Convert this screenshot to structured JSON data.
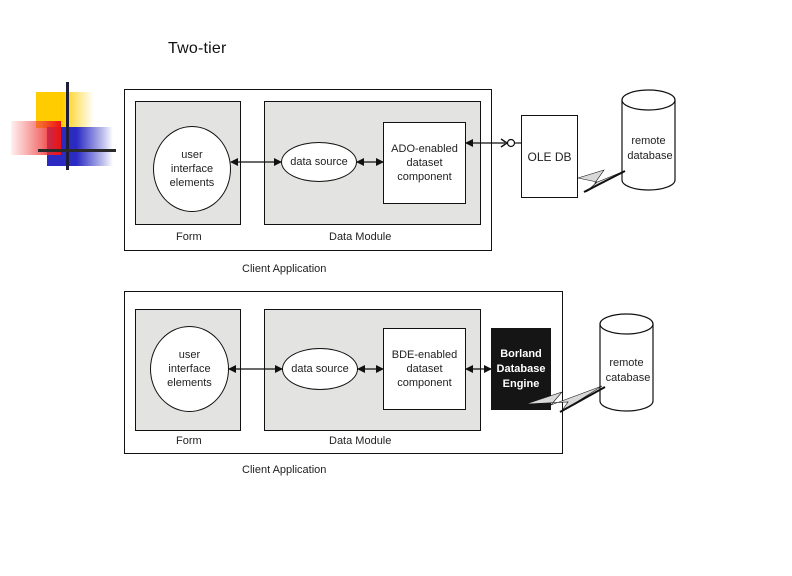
{
  "slide": {
    "title": "Two-tier"
  },
  "diagrams": [
    {
      "id": "ado",
      "container_label": "Client Application",
      "form": {
        "label": "Form",
        "element": "user\ninterface\nelements"
      },
      "data_module": {
        "label": "Data Module",
        "data_source": "data source",
        "dataset": "ADO-enabled\ndataset\ncomponent"
      },
      "middleware": "OLE DB",
      "database": "remote\ndatabase"
    },
    {
      "id": "bde",
      "container_label": "Client Application",
      "form": {
        "label": "Form",
        "element": "user\ninterface\nelements"
      },
      "data_module": {
        "label": "Data Module",
        "data_source": "data source",
        "dataset": "BDE-enabled\ndataset\ncomponent"
      },
      "middleware": "Borland\nDatabase\nEngine",
      "database": "remote\ncatabase"
    }
  ],
  "colors": {
    "logo_yellow": "#ffcc00",
    "logo_red": "#ee1111",
    "logo_blue": "#2b2bc4",
    "panel_gray": "#e3e3e1",
    "engine_black": "#151515"
  }
}
